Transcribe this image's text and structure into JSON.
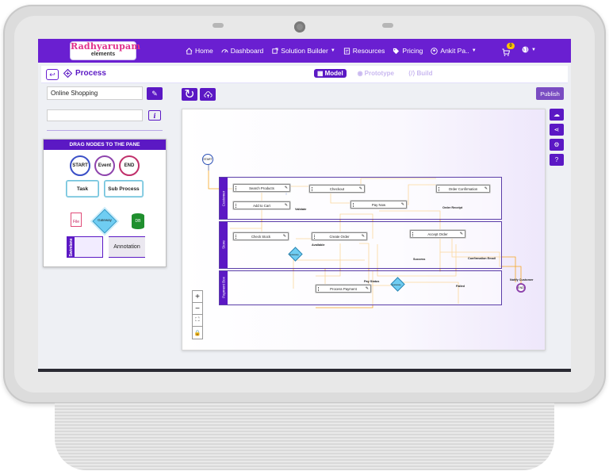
{
  "nav": {
    "logo_top": "Radhyarupam",
    "logo_bottom": "elements",
    "items": [
      "Home",
      "Dashboard",
      "Solution Builder",
      "Resources",
      "Pricing",
      "Ankit Pa.."
    ],
    "cart_count": "0"
  },
  "subbar": {
    "title": "Process",
    "modes": [
      "Model",
      "Prototype",
      "Build"
    ],
    "active_mode": "Model"
  },
  "form": {
    "process_name": "Online Shopping",
    "description": ""
  },
  "palette": {
    "header": "DRAG NODES TO THE PANE",
    "start": "START",
    "event": "Event",
    "end": "END",
    "task": "Task",
    "sub_process": "Sub Process",
    "file": "File",
    "gateway": "Gateway",
    "db": "DB",
    "swimlane": "Swimlane",
    "annotation": "Annotation"
  },
  "toolbar": {
    "publish": "Publish"
  },
  "zoom": [
    "+",
    "−",
    "⛶",
    "🔒"
  ],
  "diagram": {
    "start_label": "START",
    "lanes": [
      "Customer",
      "Store",
      "Payment Box"
    ],
    "tasks": {
      "search": "Search Products",
      "checkout": "Checkout",
      "confirm": "Order Confirmation",
      "cart": "Add to Cart",
      "paynow": "Pay Now",
      "stock": "Check Stock",
      "create": "Create Order",
      "accept": "Accept Order",
      "payment": "Process Payment"
    },
    "labels": {
      "validate": "Validate",
      "receipt": "Order Receipt",
      "available": "Available",
      "success": "Success",
      "confirm_email": "Confirmation Email",
      "pay_status": "Pay Status",
      "failed": "Failed",
      "notify": "Notify Customer",
      "gateway": "Gateway",
      "end": "END"
    }
  },
  "colors": {
    "brand": "#6a1fd1",
    "brand_dark": "#5b18c4",
    "accent": "#ffc400"
  }
}
